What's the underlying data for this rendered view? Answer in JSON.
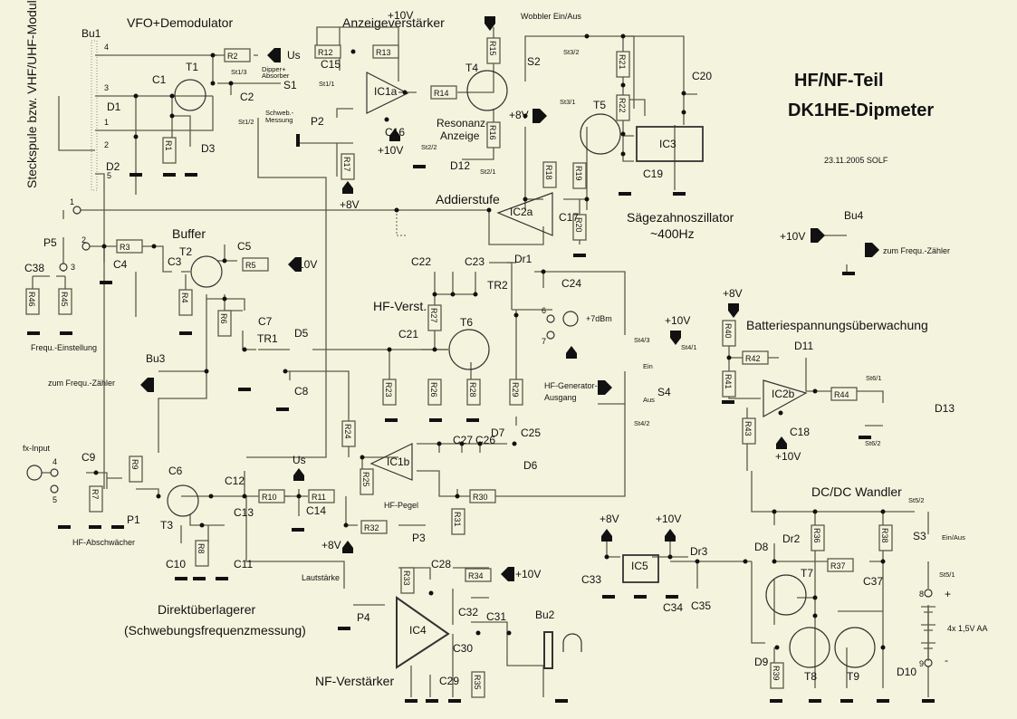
{
  "title": {
    "line1": "HF/NF-Teil",
    "line2": "DK1HE-Dipmeter",
    "date": "23.11.2005  SOLF"
  },
  "sections": {
    "vfo": "VFO+Demodulator",
    "anzeige": "Anzeigeverstärker",
    "wobbler": "Wobbler Ein/Aus",
    "steckspule": "Steckspule bzw. VHF/UHF-Modul",
    "buffer": "Buffer",
    "addier": "Addierstufe",
    "saege1": "Sägezahnoszillator",
    "saege2": "~400Hz",
    "resonanz1": "Resonanz-",
    "resonanz2": "Anzeige",
    "hfverst": "HF-Verst.",
    "freq_einst": "Frequ.-Einstellung",
    "zum_zaehler": "zum Frequ.-Zähler",
    "zum_zaehler2": "zum Frequ.-Zähler",
    "fx_input": "fx-Input",
    "hf_abschw": "HF-Abschwächer",
    "direkt1": "Direktüberlagerer",
    "direkt2": "(Schwebungsfrequenzmessung)",
    "nf_verst": "NF-Verstärker",
    "lautstaerke": "Lautstärke",
    "hf_pegel": "HF-Pegel",
    "hf_gen1": "HF-Generator-",
    "hf_gen2": "Ausgang",
    "dbm": "+7dBm",
    "batterie": "Batteriespannungsüberwachung",
    "dcdc": "DC/DC Wandler",
    "battery_pack": "4x 1,5V AA",
    "dipper1": "Dipper+",
    "dipper2": "Absorber",
    "schweb1": "Schweb.-",
    "schweb2": "Messung",
    "ein": "Ein",
    "aus": "Aus",
    "einaus": "Ein/Aus"
  },
  "supplies": {
    "v10": "+10V",
    "v8": "+8V",
    "us": "Us",
    "plus": "+",
    "minus": "-"
  },
  "components": {
    "R": [
      "R1",
      "R2",
      "R3",
      "R4",
      "R5",
      "R6",
      "R7",
      "R8",
      "R9",
      "R10",
      "R11",
      "R12",
      "R13",
      "R14",
      "R15",
      "R16",
      "R17",
      "R18",
      "R19",
      "R20",
      "R21",
      "R22",
      "R23",
      "R24",
      "R25",
      "R26",
      "R27",
      "R28",
      "R29",
      "R30",
      "R31",
      "R32",
      "R33",
      "R34",
      "R35",
      "R36",
      "R37",
      "R38",
      "R39",
      "R40",
      "R41",
      "R42",
      "R43",
      "R44",
      "R45",
      "R46"
    ],
    "C": [
      "C1",
      "C2",
      "C3",
      "C4",
      "C5",
      "C6",
      "C7",
      "C8",
      "C9",
      "C10",
      "C11",
      "C12",
      "C13",
      "C14",
      "C15",
      "C16",
      "C17",
      "C18",
      "C19",
      "C20",
      "C21",
      "C22",
      "C23",
      "C24",
      "C25",
      "C26",
      "C27",
      "C28",
      "C29",
      "C30",
      "C31",
      "C32",
      "C33",
      "C34",
      "C35",
      "C37",
      "C38"
    ],
    "D": [
      "D1",
      "D2",
      "D3",
      "D5",
      "D6",
      "D7",
      "D8",
      "D9",
      "D10",
      "D11",
      "D12",
      "D13"
    ],
    "T": [
      "T1",
      "T2",
      "T3",
      "T4",
      "T5",
      "T6",
      "T7",
      "T8",
      "T9"
    ],
    "IC": [
      "IC1a",
      "IC1b",
      "IC2a",
      "IC2b",
      "IC3",
      "IC4",
      "IC5"
    ],
    "P": [
      "P1",
      "P2",
      "P3",
      "P4",
      "P5"
    ],
    "S": [
      "S1",
      "S2",
      "S3",
      "S4"
    ],
    "Bu": [
      "Bu1",
      "Bu2",
      "Bu3",
      "Bu4"
    ],
    "TR": [
      "TR1",
      "TR2"
    ],
    "Dr": [
      "Dr1",
      "Dr2",
      "Dr3"
    ]
  },
  "connectors": [
    "St1/1",
    "St1/2",
    "St1/3",
    "St2/1",
    "St2/2",
    "St3/1",
    "St3/2",
    "St4/1",
    "St4/2",
    "St4/3",
    "St5/1",
    "St5/2",
    "St6/1",
    "St6/2"
  ],
  "pins": {
    "p1": "1",
    "p2": "2",
    "p3": "3",
    "p4": "4",
    "p5": "5",
    "p6": "6",
    "p7": "7",
    "p8": "8",
    "p9": "9"
  },
  "colors": {
    "background": "#f4f4de",
    "wire": "#5a5a48",
    "ink": "#111111"
  }
}
